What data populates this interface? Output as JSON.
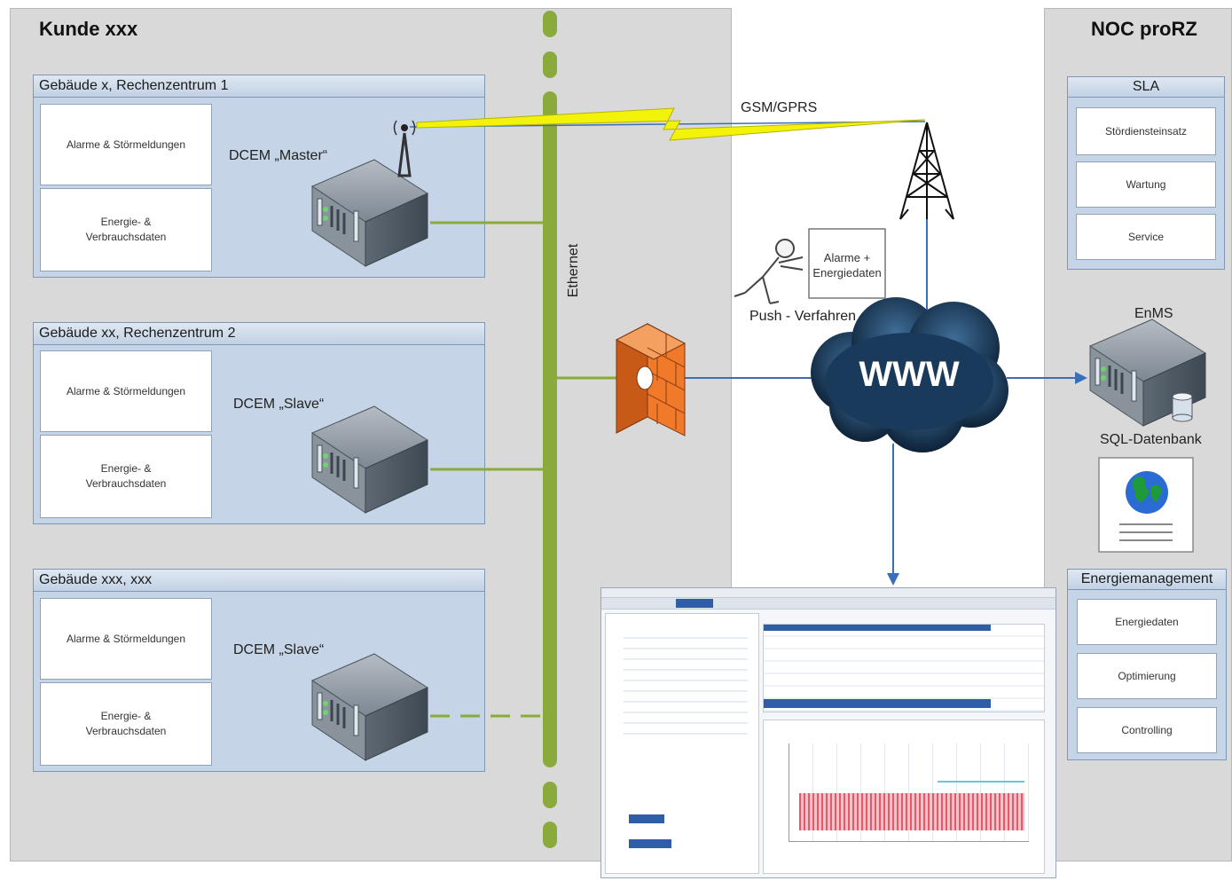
{
  "kunde": {
    "title": "Kunde xxx",
    "ethernet_label": "Ethernet",
    "buildings": [
      {
        "header": "Gebäude x, Rechenzentrum 1",
        "box1": "Alarme & Störmeldungen",
        "box2_line1": "Energie- &",
        "box2_line2": "Verbrauchsdaten",
        "dcem": "DCEM „Master“"
      },
      {
        "header": "Gebäude xx, Rechenzentrum 2",
        "box1": "Alarme & Störmeldungen",
        "box2_line1": "Energie- &",
        "box2_line2": "Verbrauchsdaten",
        "dcem": "DCEM „Slave“"
      },
      {
        "header": "Gebäude xxx, xxx",
        "box1": "Alarme & Störmeldungen",
        "box2_line1": "Energie- &",
        "box2_line2": "Verbrauchsdaten",
        "dcem": "DCEM „Slave“"
      }
    ]
  },
  "middle": {
    "gsm_label": "GSM/GPRS",
    "push_label": "Push - Verfahren",
    "push_box_line1": "Alarme +",
    "push_box_line2": "Energiedaten",
    "cloud_label": "WWW"
  },
  "noc": {
    "title": "NOC proRZ",
    "sla": {
      "header": "SLA",
      "items": [
        "Stördiensteinsatz",
        "Wartung",
        "Service"
      ]
    },
    "enms_label": "EnMS",
    "sql_label": "SQL-Datenbank",
    "energy": {
      "header": "Energiemanagement",
      "items": [
        "Energiedaten",
        "Optimierung",
        "Controlling"
      ]
    }
  },
  "colors": {
    "panel": "#d9d9d9",
    "building": "#c5d4e6",
    "ethernet": "#8aaa3c",
    "network_line": "#3a6fb8",
    "lightning": "#f2f20a",
    "firewall": "#f07a2a",
    "cloud": "#16324f"
  }
}
